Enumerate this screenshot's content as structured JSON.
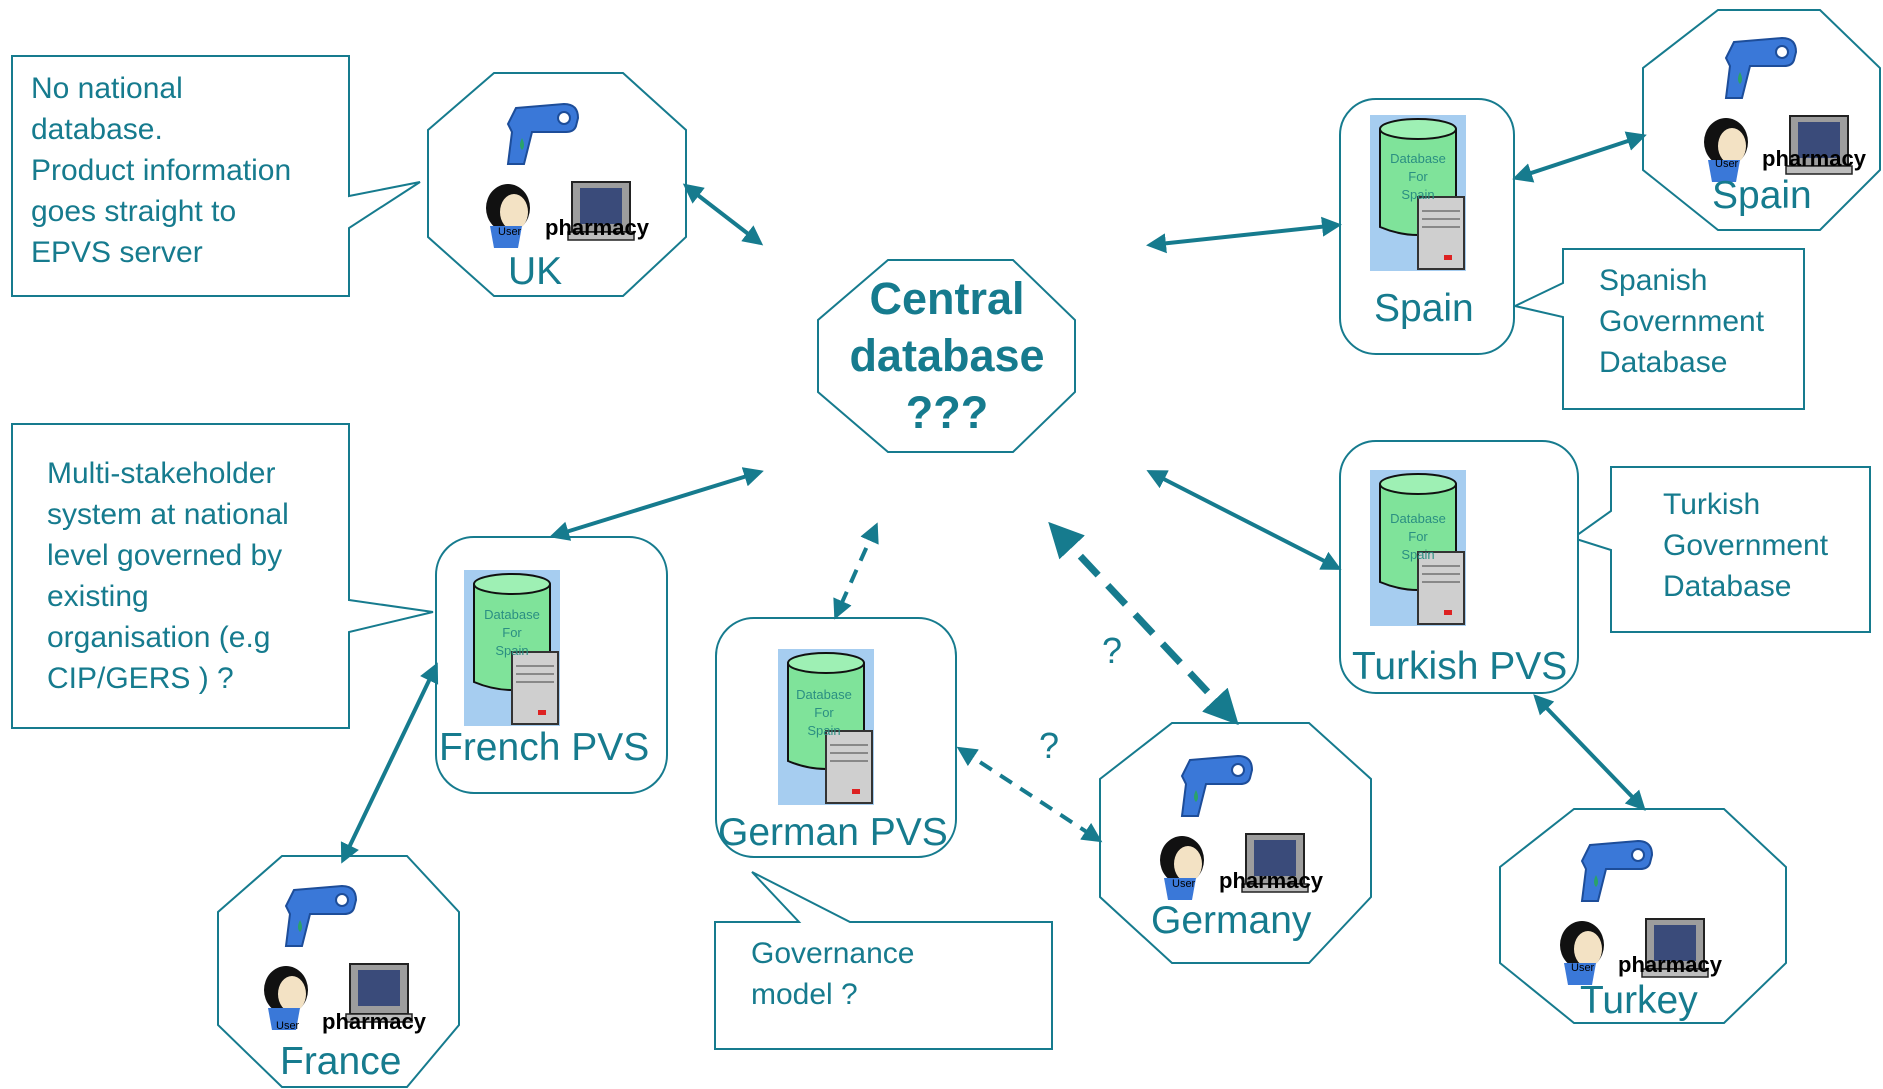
{
  "central": {
    "line1": "Central",
    "line2": "database",
    "line3": "???"
  },
  "pharmacies": [
    {
      "label": "UK",
      "user": "User",
      "pharmacy": "pharmacy"
    },
    {
      "label": "Spain",
      "user": "User",
      "pharmacy": "pharmacy"
    },
    {
      "label": "France",
      "user": "User",
      "pharmacy": "pharmacy"
    },
    {
      "label": "Germany",
      "user": "User",
      "pharmacy": "pharmacy"
    },
    {
      "label": "Turkey",
      "user": "User",
      "pharmacy": "pharmacy"
    }
  ],
  "databases": [
    {
      "label": "Spain",
      "db1": "Database",
      "db2": "For",
      "db3": "Spain"
    },
    {
      "label": "Turkish PVS",
      "db1": "Database",
      "db2": "For",
      "db3": "Spain"
    },
    {
      "label": "French PVS",
      "db1": "Database",
      "db2": "For",
      "db3": "Spain"
    },
    {
      "label": "German PVS",
      "db1": "Database",
      "db2": "For",
      "db3": "Spain"
    }
  ],
  "callouts": {
    "uk": [
      "No national",
      "database.",
      "Product information",
      "goes straight to",
      "EPVS server"
    ],
    "france": [
      "Multi-stakeholder",
      "system at national",
      "level governed by",
      "existing",
      "organisation (e.g",
      "CIP/GERS ) ?"
    ],
    "spain": [
      "Spanish",
      "Government",
      "Database"
    ],
    "turkey": [
      "Turkish",
      "Government",
      "Database"
    ],
    "germany": [
      "Governance",
      "model ?"
    ]
  },
  "question_marks": [
    "?",
    "?"
  ],
  "colors": {
    "teal": "#167b8e",
    "db_green": "#7fe39a",
    "db_bg": "#a6cdf0"
  }
}
